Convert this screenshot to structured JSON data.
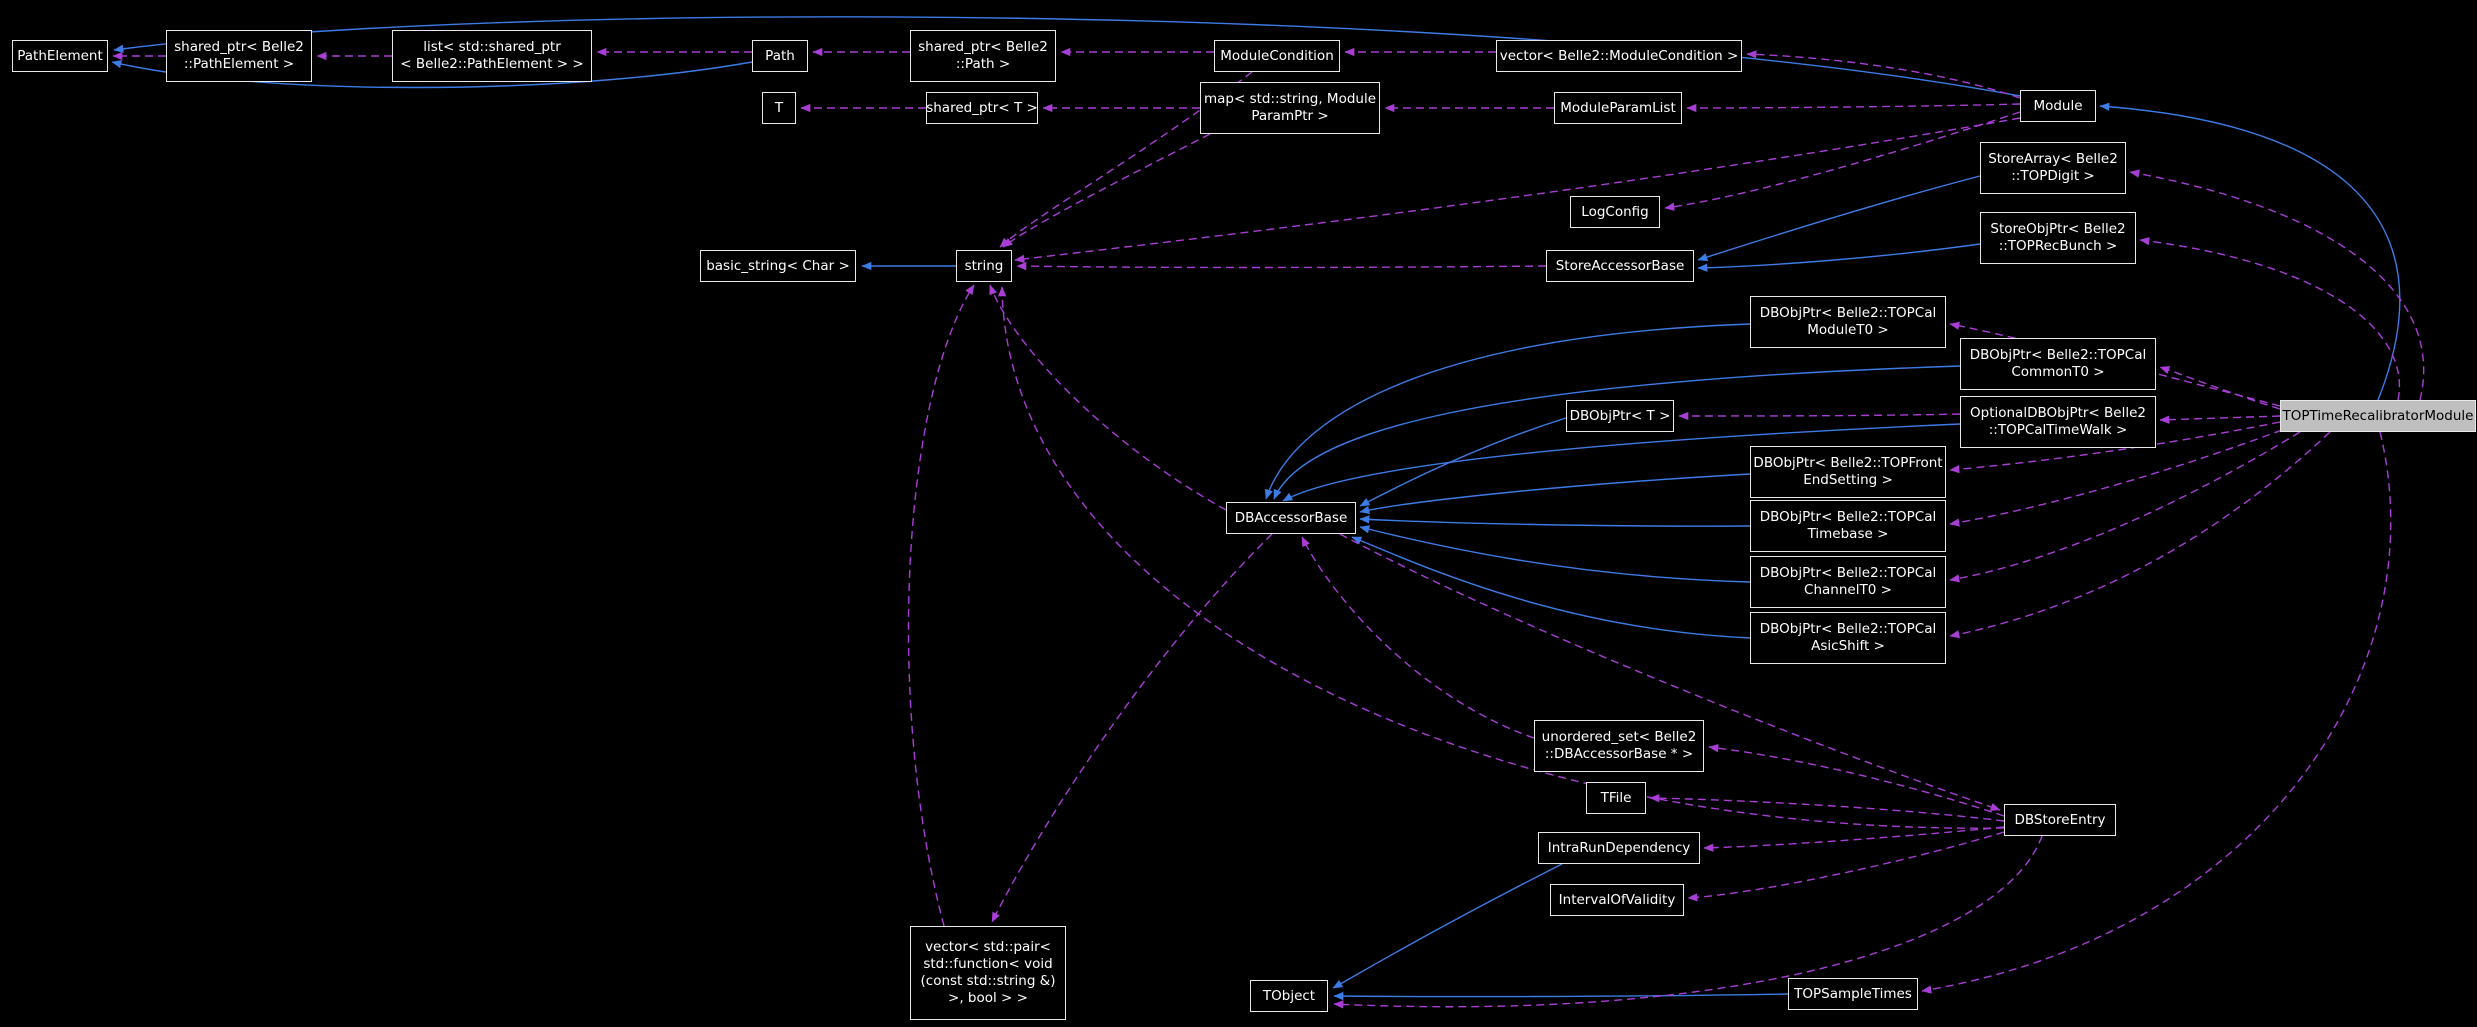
{
  "colors": {
    "background": "#000000",
    "node-bg": "#000000",
    "node-border": "#e8e8e8",
    "node-text": "#ffffff",
    "hl-bg": "#bfbfbf",
    "hl-text": "#000000",
    "edge-inherit": "#3d7be5",
    "edge-usage": "#a93ed6"
  },
  "nodes": {
    "path_element": {
      "label": "PathElement"
    },
    "sp_path_element": {
      "label": "shared_ptr< Belle2\n::PathElement >"
    },
    "list_sp_path_element": {
      "label": "list< std::shared_ptr\n< Belle2::PathElement > >"
    },
    "path": {
      "label": "Path"
    },
    "sp_path": {
      "label": "shared_ptr< Belle2\n::Path >"
    },
    "module_condition": {
      "label": "ModuleCondition"
    },
    "vec_module_condition": {
      "label": "vector< Belle2::ModuleCondition >"
    },
    "module": {
      "label": "Module"
    },
    "t": {
      "label": "T"
    },
    "sp_t": {
      "label": "shared_ptr< T >"
    },
    "map_param": {
      "label": "map< std::string, Module\nParamPtr >"
    },
    "module_param_list": {
      "label": "ModuleParamList"
    },
    "store_array": {
      "label": "StoreArray< Belle2\n::TOPDigit >"
    },
    "log_config": {
      "label": "LogConfig"
    },
    "store_obj_ptr": {
      "label": "StoreObjPtr< Belle2\n::TOPRecBunch >"
    },
    "basic_string": {
      "label": "basic_string< Char >"
    },
    "string": {
      "label": "string"
    },
    "store_accessor_base": {
      "label": "StoreAccessorBase"
    },
    "db_module_t0": {
      "label": "DBObjPtr< Belle2::TOPCal\nModuleT0 >"
    },
    "db_common_t0": {
      "label": "DBObjPtr< Belle2::TOPCal\nCommonT0 >"
    },
    "db_t": {
      "label": "DBObjPtr< T >"
    },
    "opt_db_time_walk": {
      "label": "OptionalDBObjPtr< Belle2\n::TOPCalTimeWalk >"
    },
    "top_module": {
      "label": "TOPTimeRecalibratorModule"
    },
    "db_front_end": {
      "label": "DBObjPtr< Belle2::TOPFront\nEndSetting >"
    },
    "db_accessor_base": {
      "label": "DBAccessorBase"
    },
    "db_timebase": {
      "label": "DBObjPtr< Belle2::TOPCal\nTimebase >"
    },
    "db_channel_t0": {
      "label": "DBObjPtr< Belle2::TOPCal\nChannelT0 >"
    },
    "db_asic_shift": {
      "label": "DBObjPtr< Belle2::TOPCal\nAsicShift >"
    },
    "unordered_set": {
      "label": "unordered_set< Belle2\n::DBAccessorBase * >"
    },
    "tfile": {
      "label": "TFile"
    },
    "db_store_entry": {
      "label": "DBStoreEntry"
    },
    "intra_run": {
      "label": "IntraRunDependency"
    },
    "iov": {
      "label": "IntervalOfValidity"
    },
    "vec_pair_fn": {
      "label": "vector< std::pair<\nstd::function< void\n(const std::string &)\n>, bool > >"
    },
    "tobject": {
      "label": "TObject"
    },
    "top_sample_times": {
      "label": "TOPSampleTimes"
    }
  }
}
